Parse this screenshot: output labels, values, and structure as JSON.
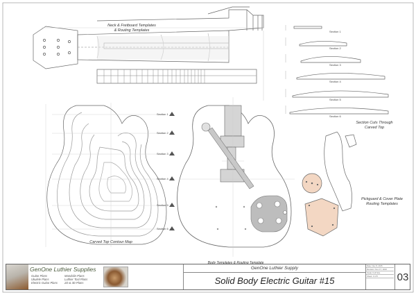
{
  "labels": {
    "neck_templates_line1": "Neck & Fretboard Templates",
    "neck_templates_line2": "& Routing Templates",
    "carved_top": "Carved Top Contour Map",
    "body_templates": "Body Templates & Routing Template",
    "section_cuts_line1": "Section Cuts Through",
    "section_cuts_line2": "Carved Top",
    "pickguard_line1": "Pickguard  & Cover Plate",
    "pickguard_line2": "Routing Templates"
  },
  "contour_sections": [
    "Section 1",
    "Section 2",
    "Section 3",
    "Section 4",
    "Section 5",
    "Section 6"
  ],
  "section_cut_labels": [
    "Section 1",
    "Section 2",
    "Section 3",
    "Section 4",
    "Section 5",
    "Section 6"
  ],
  "title_block": {
    "company": "GenOne Luthier Supplies",
    "product_lines_col1": [
      "Guitar Plans",
      "Ukulele Plans",
      "Electric Guitar Plans"
    ],
    "product_lines_col2": [
      "Mandolin Plans",
      "Luthier Tool Plans",
      "2D & 3D Plans"
    ],
    "supplier": "GenOne Luthier Supply",
    "title": "Solid Body Electric Guitar #15",
    "page_number": "03",
    "info_rows": [
      "Date: Nov 8, 2015",
      "Revision: Nov 17, 2016",
      "Scale: Full Size",
      "Sheet: 3 of 5"
    ]
  },
  "colors": {
    "line": "#666666",
    "pickguard_fill": "#f3d7c3",
    "marker": "#555555",
    "hardware": "#9a9a9a"
  }
}
